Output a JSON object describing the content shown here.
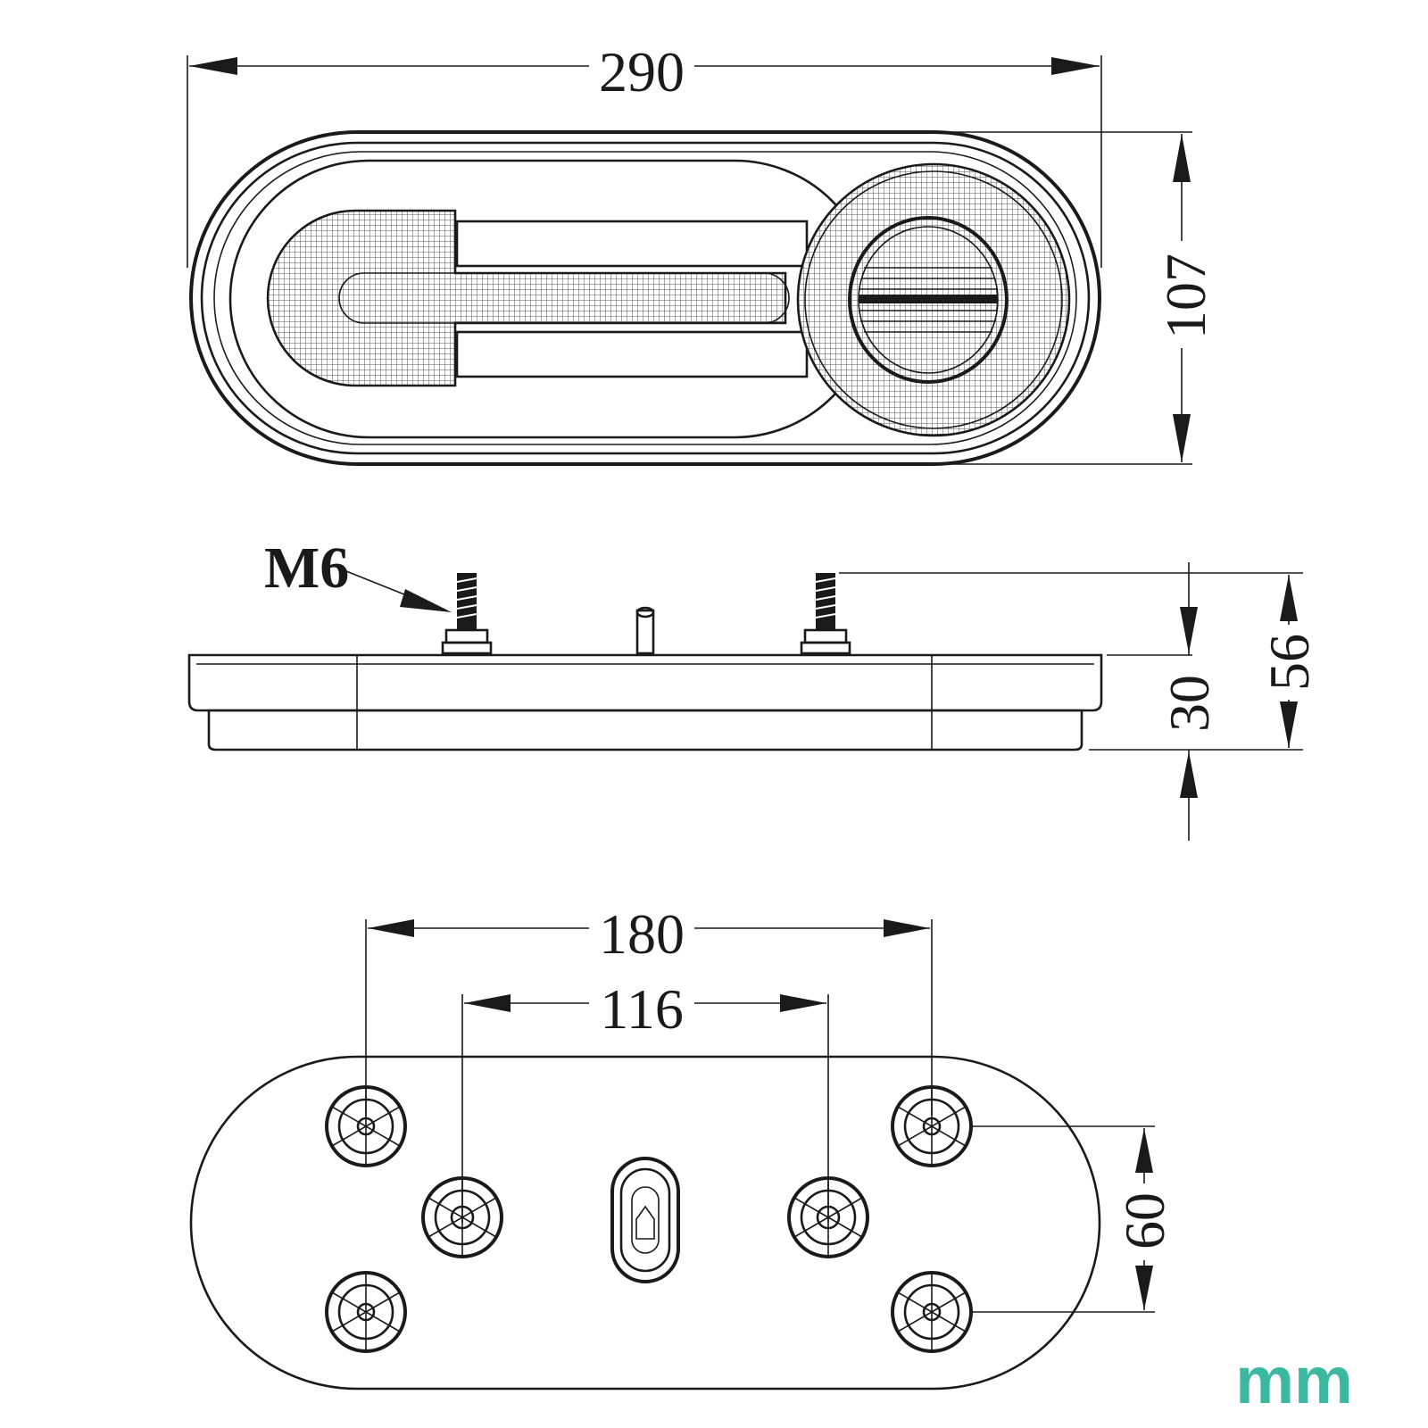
{
  "dimensions": {
    "overall_length": "290",
    "overall_width": "107",
    "body_height": "30",
    "total_height": "56",
    "outer_hole_spacing": "180",
    "inner_hole_spacing": "116",
    "vertical_hole_spacing": "60"
  },
  "labels": {
    "thread": "M6",
    "unit": "mm"
  },
  "colors": {
    "line": "#1a1a1a",
    "unit": "#3cb8a0"
  }
}
